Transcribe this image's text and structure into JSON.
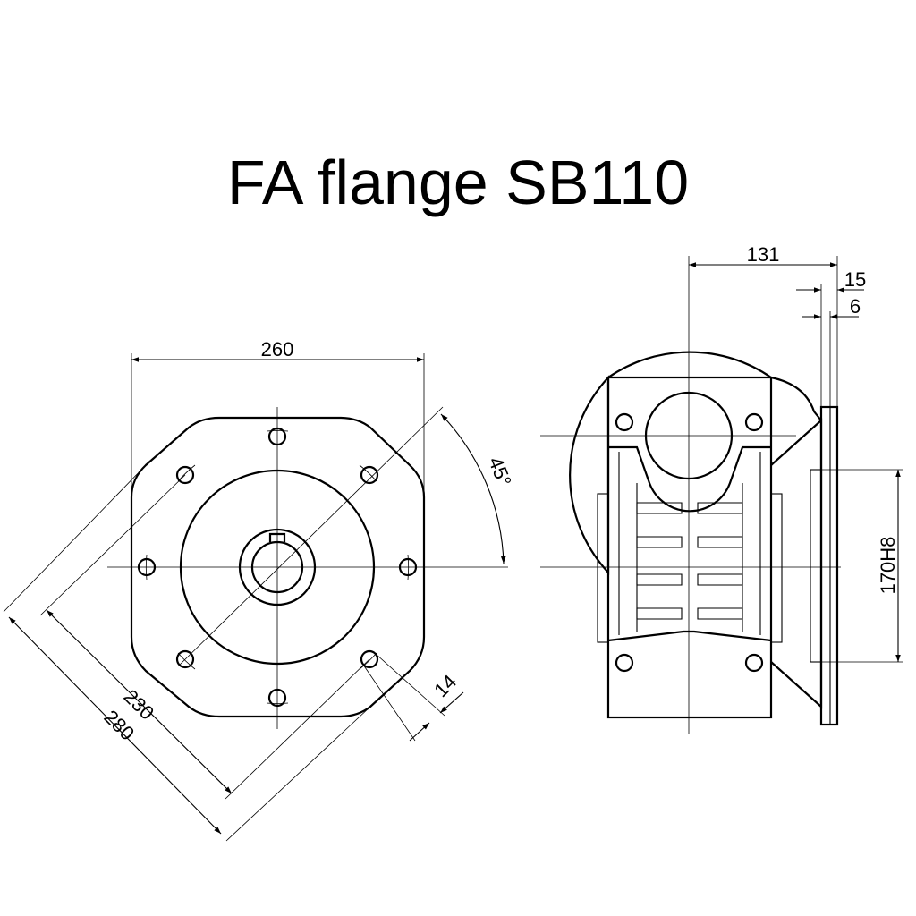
{
  "title": "FA flange SB110",
  "dimensions": {
    "flange_width": "260",
    "bolt_circle": "230",
    "flange_diagonal": "280",
    "hole_diameter": "14",
    "angle": "45°",
    "shaft_offset": "131",
    "flange_thickness": "15",
    "spigot_depth": "6",
    "spigot_diameter": "170H8"
  }
}
